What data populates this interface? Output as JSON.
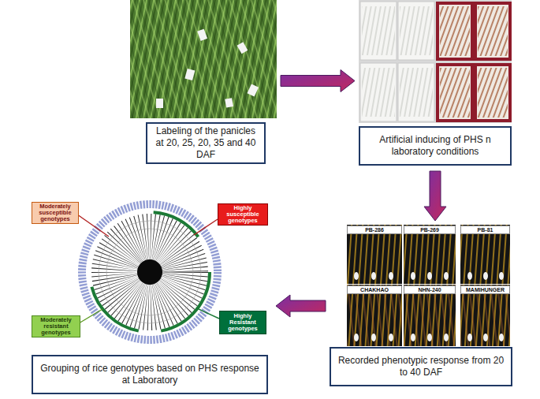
{
  "diagram": {
    "nodes": [
      {
        "text": [
          "Labeling of the panicles at 20, 25, 20, 35 and 40 DAF"
        ]
      },
      {
        "text": [
          "Artificial inducing of PHS n laboratory conditions"
        ]
      },
      {
        "text": [
          "Recorded phenotypic response from 20 to 40 DAF"
        ]
      },
      {
        "text": [
          "Grouping of rice genotypes based on PHS response at Laboratory"
        ]
      }
    ],
    "edges": [
      {
        "from": 0,
        "to": 1,
        "arrow": "to"
      },
      {
        "from": 1,
        "to": 2,
        "arrow": "to"
      },
      {
        "from": 2,
        "to": 3,
        "arrow": "to"
      }
    ],
    "labels": [
      "Moderately susceptible genotypes",
      "Highly susceptible genotypes",
      "Highly Resistant genotypes",
      "Moderately resistant genotypes",
      "PB-286",
      "PB-269",
      "PB-81",
      "CHAKHAO",
      "NHN-240",
      "MAMIHUNGER"
    ]
  }
}
